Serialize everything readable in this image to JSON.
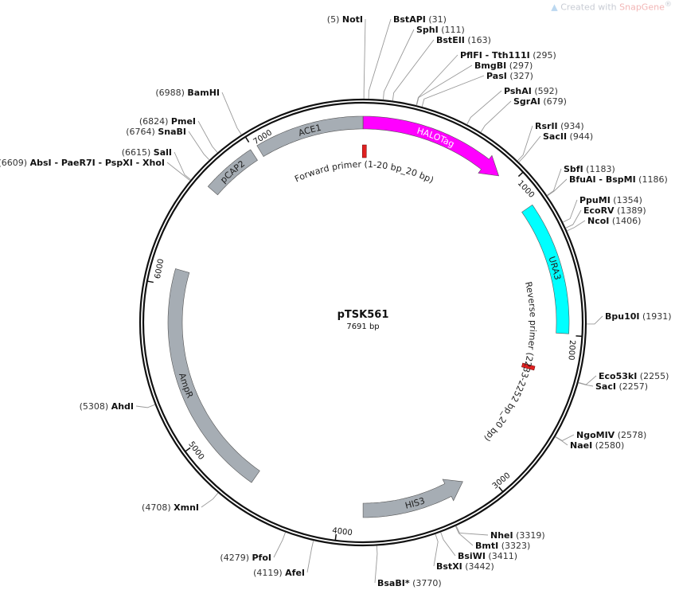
{
  "credit": {
    "prefix": "Created with ",
    "brand": "SnapGene",
    "mark": "®"
  },
  "plasmid": {
    "name": "pTSK561",
    "length_bp": 7691,
    "length_label": "7691 bp"
  },
  "ticks": [
    "1000",
    "2000",
    "3000",
    "4000",
    "5000",
    "6000",
    "7000"
  ],
  "features": [
    {
      "name": "HALOTag",
      "start": 1,
      "end": 915,
      "color": "#ff00ff",
      "text_color": "#ffffff",
      "arrow": "forward",
      "track": "outer"
    },
    {
      "name": "ACE1",
      "start": 7030,
      "end": 7691,
      "color": "#a6adb4",
      "text_color": "#222222",
      "arrow": "none",
      "track": "outer"
    },
    {
      "name": "pCAP2",
      "start": 6650,
      "end": 6985,
      "color": "#a6adb4",
      "text_color": "#222222",
      "arrow": "none",
      "track": "outer"
    },
    {
      "name": "URA3",
      "start": 1180,
      "end": 1990,
      "color": "#00ffff",
      "text_color": "#222222",
      "arrow": "none",
      "track": "outer"
    },
    {
      "name": "HIS3",
      "start": 3160,
      "end": 3845,
      "color": "#a6adb4",
      "text_color": "#222222",
      "arrow": "reverse",
      "track": "inner"
    },
    {
      "name": "AmpR",
      "start": 4590,
      "end": 6110,
      "color": "#a6adb4",
      "text_color": "#222222",
      "arrow": "none",
      "track": "inner"
    }
  ],
  "primers": [
    {
      "label": "Forward primer (1-20 bp_20 bp)",
      "position": 10,
      "color": "#e02020"
    },
    {
      "label": "Reverse primer (2233-2252 bp_20 bp)",
      "position": 2242,
      "color": "#e02020"
    }
  ],
  "enzymes": [
    {
      "name": "NotI",
      "position": 5
    },
    {
      "name": "BstAPI",
      "position": 31
    },
    {
      "name": "SphI",
      "position": 111
    },
    {
      "name": "BstEII",
      "position": 163
    },
    {
      "name": "PflFI - Tth111I",
      "position": 295
    },
    {
      "name": "BmgBI",
      "position": 297
    },
    {
      "name": "PasI",
      "position": 327
    },
    {
      "name": "PshAI",
      "position": 592
    },
    {
      "name": "SgrAI",
      "position": 679
    },
    {
      "name": "RsrII",
      "position": 934
    },
    {
      "name": "SacII",
      "position": 944
    },
    {
      "name": "SbfI",
      "position": 1183
    },
    {
      "name": "BfuAI - BspMI",
      "position": 1186
    },
    {
      "name": "PpuMI",
      "position": 1354
    },
    {
      "name": "EcoRV",
      "position": 1389
    },
    {
      "name": "NcoI",
      "position": 1406
    },
    {
      "name": "Bpu10I",
      "position": 1931
    },
    {
      "name": "Eco53kI",
      "position": 2255
    },
    {
      "name": "SacI",
      "position": 2257
    },
    {
      "name": "NgoMIV",
      "position": 2578
    },
    {
      "name": "NaeI",
      "position": 2580
    },
    {
      "name": "NheI",
      "position": 3319
    },
    {
      "name": "BmtI",
      "position": 3323
    },
    {
      "name": "BsiWI",
      "position": 3411
    },
    {
      "name": "BstXI",
      "position": 3442
    },
    {
      "name": "BsaBI*",
      "position": 3770,
      "dimmed": true
    },
    {
      "name": "AfeI",
      "position": 4119
    },
    {
      "name": "PfoI",
      "position": 4279
    },
    {
      "name": "XmnI",
      "position": 4708
    },
    {
      "name": "AhdI",
      "position": 5308
    },
    {
      "name": "AbsI - PaeR7I - PspXI - XhoI",
      "position": 6609
    },
    {
      "name": "SalI",
      "position": 6615
    },
    {
      "name": "SnaBI",
      "position": 6764
    },
    {
      "name": "PmeI",
      "position": 6824
    },
    {
      "name": "BamHI",
      "position": 6988
    }
  ]
}
